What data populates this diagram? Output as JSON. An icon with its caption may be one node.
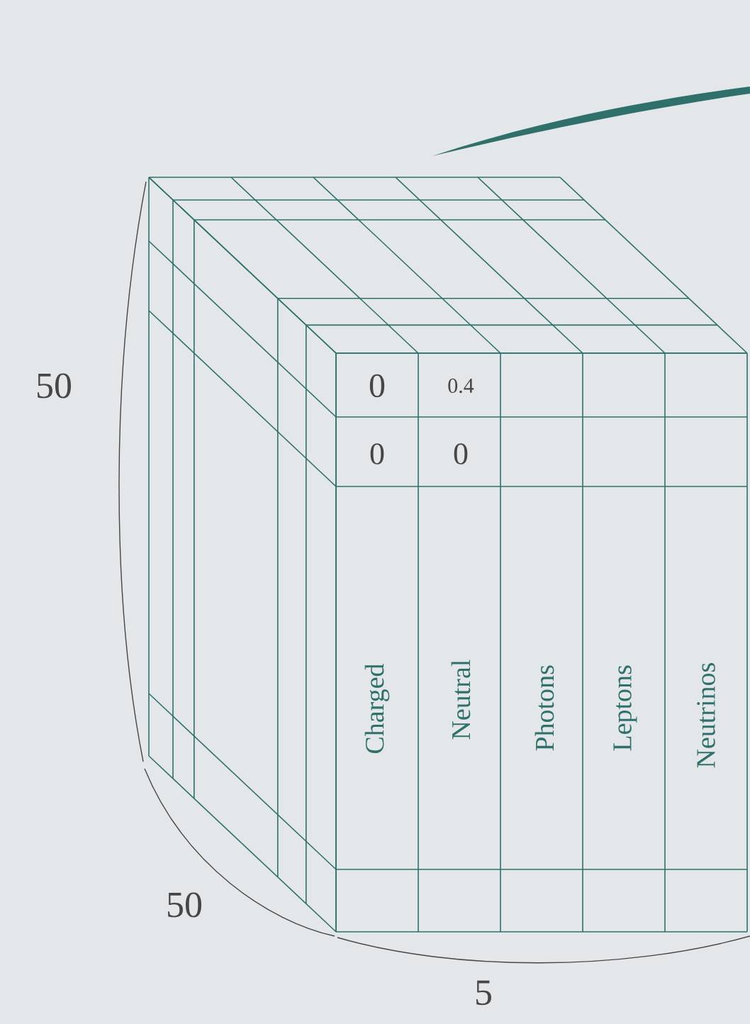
{
  "diagram": {
    "labels": [
      "50",
      "0",
      "0.4",
      "0",
      "0",
      "Charged",
      "Neutral",
      "Photons",
      "Leptons",
      "Neutrinos",
      "50",
      "5"
    ]
  }
}
